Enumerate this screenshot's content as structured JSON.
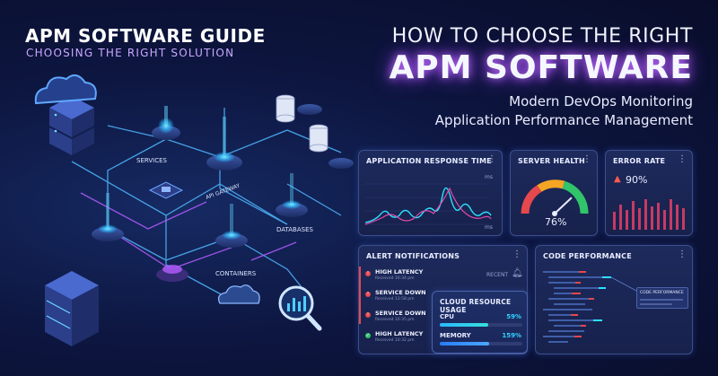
{
  "left_header": {
    "title": "APM SOFTWARE GUIDE",
    "subtitle": "CHOOSING THE RIGHT SOLUTION"
  },
  "right_header": {
    "line1": "HOW TO CHOOSE THE RIGHT",
    "line2": "APM SOFTWARE",
    "line3": "Modern DevOps Monitoring",
    "line4": "Application Performance Management"
  },
  "diagram": {
    "services_label": "SERVICES",
    "gateway_label": "API GATEWAY",
    "databases_label": "DATABASES",
    "containers_label": "CONTAINERS"
  },
  "panels": {
    "response": {
      "title": "APPLICATION RESPONSE TIME",
      "unit_top": "ms",
      "unit_bottom": "ms"
    },
    "health": {
      "title": "SERVER HEALTH",
      "value": "76%",
      "level": 0.76
    },
    "error": {
      "title": "ERROR RATE",
      "value": "90%"
    },
    "alerts": {
      "title": "ALERT NOTIFICATIONS",
      "recent": "RECENT",
      "items": [
        {
          "title": "HIGH LATENCY",
          "time": "Received 16:34 pm",
          "status": "warning"
        },
        {
          "title": "SERVICE DOWN",
          "time": "Received 13:58 pm",
          "status": "critical"
        },
        {
          "title": "SERVICE DOWN",
          "time": "Received 10:35 pm",
          "status": "critical"
        },
        {
          "title": "HIGH LATENCY",
          "time": "Received 10:32 pm",
          "status": "ok"
        }
      ]
    },
    "cloud": {
      "title": "CLOUD RESOURCE USAGE",
      "cpu_label": "CPU",
      "cpu_value": "59%",
      "cpu_level": 0.59,
      "memory_label": "MEMORY",
      "memory_value": "159%",
      "memory_level": 0.6
    },
    "code": {
      "title": "CODE PERFORMANCE",
      "tooltip": "CODE PERFORMANCE"
    }
  },
  "colors": {
    "accent_cyan": "#35d6ff",
    "accent_purple": "#b45cff",
    "alert_red": "#e5484d",
    "ok_green": "#31c46b",
    "warn_orange": "#f5a524"
  }
}
